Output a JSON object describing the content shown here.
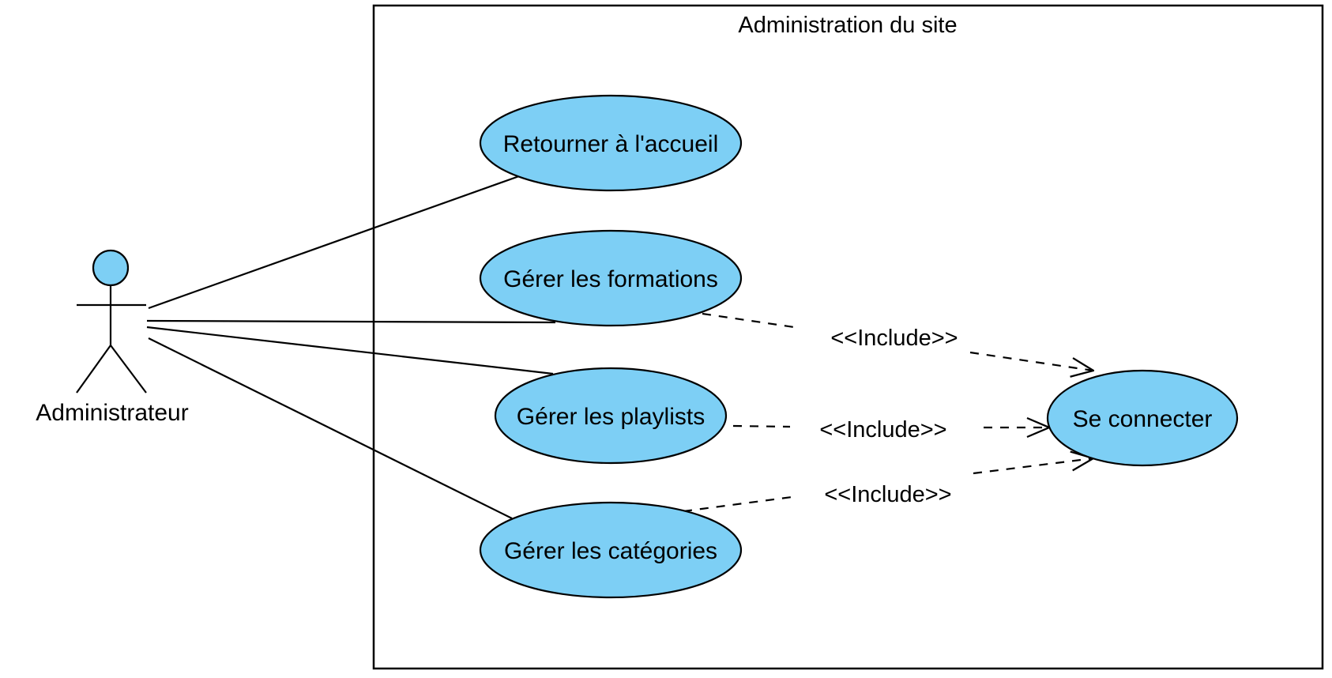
{
  "system": {
    "title": "Administration du site"
  },
  "actor": {
    "name": "Administrateur"
  },
  "use_cases": [
    {
      "id": "retourner",
      "label": "Retourner à l'accueil"
    },
    {
      "id": "formations",
      "label": "Gérer les formations"
    },
    {
      "id": "playlists",
      "label": "Gérer les playlists"
    },
    {
      "id": "categories",
      "label": "Gérer les catégories"
    },
    {
      "id": "connecter",
      "label": "Se connecter"
    }
  ],
  "associations": [
    {
      "from": "Administrateur",
      "to": "Retourner à l'accueil"
    },
    {
      "from": "Administrateur",
      "to": "Gérer les formations"
    },
    {
      "from": "Administrateur",
      "to": "Gérer les playlists"
    },
    {
      "from": "Administrateur",
      "to": "Gérer les catégories"
    }
  ],
  "includes": [
    {
      "from": "Gérer les formations",
      "to": "Se connecter",
      "label": "<<Include>>"
    },
    {
      "from": "Gérer les playlists",
      "to": "Se connecter",
      "label": "<<Include>>"
    },
    {
      "from": "Gérer les catégories",
      "to": "Se connecter",
      "label": "<<Include>>"
    }
  ],
  "colors": {
    "usecase_fill": "#7dcff5",
    "actor_fill": "#7dcff5",
    "stroke": "#000000",
    "background": "#ffffff"
  }
}
